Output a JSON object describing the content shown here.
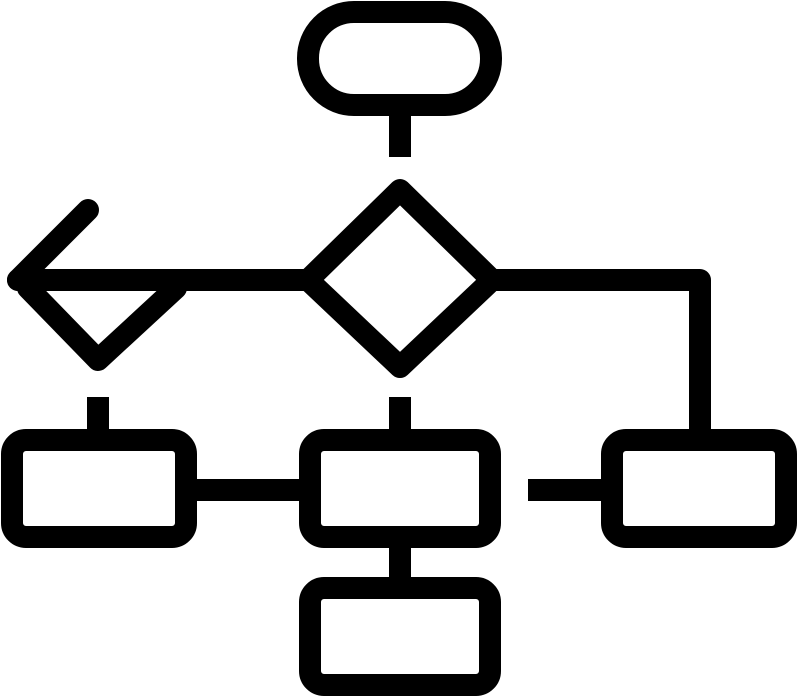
{
  "icon": "flowchart-icon",
  "stroke_color": "#000000",
  "background_color": "#ffffff",
  "nodes": [
    {
      "id": "start",
      "shape": "terminator"
    },
    {
      "id": "decision",
      "shape": "diamond"
    },
    {
      "id": "arrow-target",
      "shape": "triangle"
    },
    {
      "id": "process-left",
      "shape": "process"
    },
    {
      "id": "process-center",
      "shape": "process"
    },
    {
      "id": "process-right",
      "shape": "process"
    },
    {
      "id": "process-bottom",
      "shape": "process"
    }
  ],
  "connectors": [
    {
      "from": "start",
      "to": "decision"
    },
    {
      "from": "decision",
      "to": "arrow-target",
      "arrow": true
    },
    {
      "from": "decision",
      "to": "process-right"
    },
    {
      "from": "arrow-target",
      "to": "process-left"
    },
    {
      "from": "decision",
      "to": "process-center"
    },
    {
      "from": "process-left",
      "to": "process-center"
    },
    {
      "from": "process-center",
      "to": "process-bottom"
    },
    {
      "from": "process-right",
      "to": "left-stub"
    }
  ]
}
